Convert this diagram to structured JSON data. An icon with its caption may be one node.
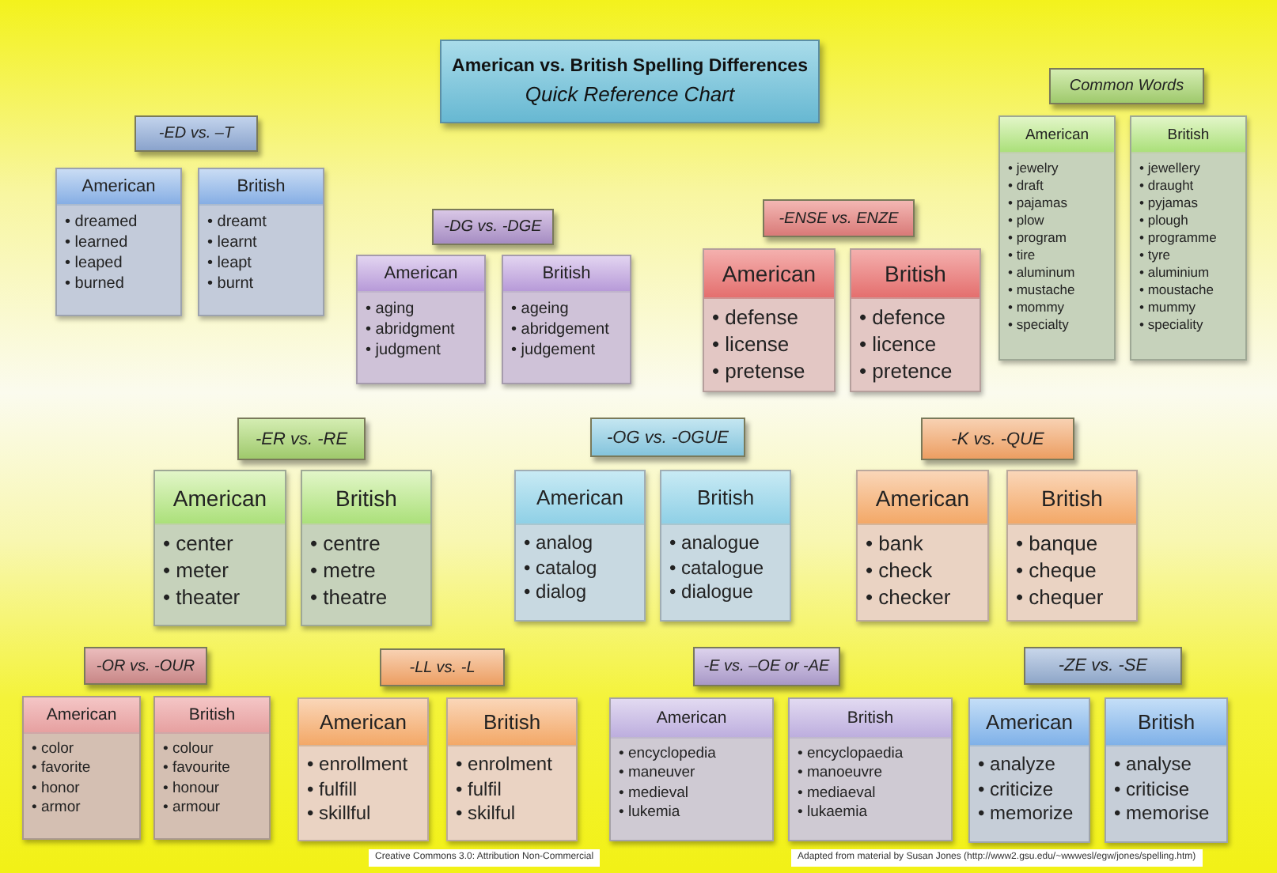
{
  "diagram": {
    "nodes": [
      {
        "text": [
          "American vs. British Spelling Differences",
          "Quick Reference Chart"
        ]
      },
      {
        "text": [
          "-ED vs. –T"
        ]
      },
      {
        "text": [
          "American",
          "• dreamed",
          "• learned",
          "• leaped",
          "• burned"
        ]
      },
      {
        "text": [
          "British",
          "• dreamt",
          "• learnt",
          "• leapt",
          "• burnt"
        ]
      },
      {
        "text": [
          "-DG vs. -DGE"
        ]
      },
      {
        "text": [
          "American",
          "• aging",
          "• abridgment",
          "• judgment"
        ]
      },
      {
        "text": [
          "British",
          "• ageing",
          "• abridgement",
          "• judgement"
        ]
      },
      {
        "text": [
          "-ENSE vs. ENZE"
        ]
      },
      {
        "text": [
          "American",
          "• defense",
          "• license",
          "• pretense"
        ]
      },
      {
        "text": [
          "British",
          "• defence",
          "• licence",
          "• pretence"
        ]
      },
      {
        "text": [
          "Common Words"
        ]
      },
      {
        "text": [
          "American",
          "• jewelry",
          "• draft",
          "• pajamas",
          "• plow",
          "• program",
          "• tire",
          "• aluminum",
          "• mustache",
          "• mommy",
          "• specialty"
        ]
      },
      {
        "text": [
          "British",
          "• jewellery",
          "• draught",
          "• pyjamas",
          "• plough",
          "• programme",
          "• tyre",
          "• aluminium",
          "• moustache",
          "• mummy",
          "• speciality"
        ]
      },
      {
        "text": [
          "-ER vs. -RE"
        ]
      },
      {
        "text": [
          "American",
          "• center",
          "• meter",
          "• theater"
        ]
      },
      {
        "text": [
          "British",
          "• centre",
          "• metre",
          "• theatre"
        ]
      },
      {
        "text": [
          "-OG vs. -OGUE"
        ]
      },
      {
        "text": [
          "American",
          "• analog",
          "• catalog",
          "• dialog"
        ]
      },
      {
        "text": [
          "British",
          "• analogue",
          "• catalogue",
          "• dialogue"
        ]
      },
      {
        "text": [
          "-K vs. -QUE"
        ]
      },
      {
        "text": [
          "American",
          "• bank",
          "• check",
          "• checker"
        ]
      },
      {
        "text": [
          "British",
          "• banque",
          "• cheque",
          "• chequer"
        ]
      },
      {
        "text": [
          "-OR vs. -OUR"
        ]
      },
      {
        "text": [
          "American",
          "• color",
          "• favorite",
          "• honor",
          "• armor"
        ]
      },
      {
        "text": [
          "British",
          "• colour",
          "• favourite",
          "• honour",
          "• armour"
        ]
      },
      {
        "text": [
          "-LL vs. -L"
        ]
      },
      {
        "text": [
          "American",
          "• enrollment",
          "• fulfill",
          "• skillful"
        ]
      },
      {
        "text": [
          "British",
          "• enrolment",
          "• fulfil",
          "• skilful"
        ]
      },
      {
        "text": [
          "-E vs. –OE or -AE"
        ]
      },
      {
        "text": [
          "American",
          "• encyclopedia",
          "• maneuver",
          "• medieval",
          "• lukemia"
        ]
      },
      {
        "text": [
          "British",
          "• encyclopaedia",
          "• manoeuvre",
          "• mediaeval",
          "• lukaemia"
        ]
      },
      {
        "text": [
          "-ZE vs. -SE"
        ]
      },
      {
        "text": [
          "American",
          "• analyze",
          "• criticize",
          "• memorize"
        ]
      },
      {
        "text": [
          "British",
          "• analyse",
          "• criticise",
          "• memorise"
        ]
      }
    ],
    "edges": [],
    "labels": [
      "Creative Commons 3.0: Attribution Non-Commercial",
      "Adapted from material by Susan Jones (http://www2.gsu.edu/~wwwesl/egw/jones/spelling.htm)"
    ]
  }
}
